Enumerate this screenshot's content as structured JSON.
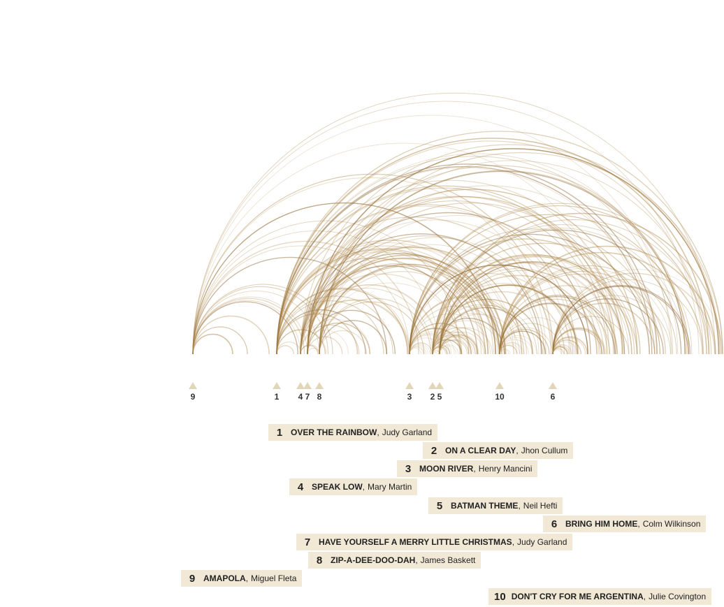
{
  "colors": {
    "arc": "#b08a4e",
    "arc_strong": "#8a6430",
    "marker": "#e3d6b8",
    "label_bg": "#f1e8d6"
  },
  "markers": [
    {
      "num": "9"
    },
    {
      "num": "1"
    },
    {
      "num": "4"
    },
    {
      "num": "7"
    },
    {
      "num": "8"
    },
    {
      "num": "3"
    },
    {
      "num": "2"
    },
    {
      "num": "5"
    },
    {
      "num": "10"
    },
    {
      "num": "6"
    }
  ],
  "songs": [
    {
      "rank": "1",
      "title": "OVER THE RAINBOW",
      "sep": ",",
      "artist": "Judy Garland"
    },
    {
      "rank": "2",
      "title": "ON A CLEAR DAY",
      "sep": ",",
      "artist": "Jhon Cullum"
    },
    {
      "rank": "3",
      "title": "MOON RIVER",
      "sep": ",",
      "artist": "Henry Mancini"
    },
    {
      "rank": "4",
      "title": "SPEAK LOW",
      "sep": ",",
      "artist": "Mary Martin"
    },
    {
      "rank": "5",
      "title": "BATMAN THEME",
      "sep": ",",
      "artist": "Neil Hefti"
    },
    {
      "rank": "6",
      "title": "BRING HIM HOME",
      "sep": ",",
      "artist": "Colm Wilkinson"
    },
    {
      "rank": "7",
      "title": "HAVE YOURSELF A MERRY LITTLE CHRISTMAS",
      "sep": ",",
      "artist": "Judy Garland"
    },
    {
      "rank": "8",
      "title": "ZIP-A-DEE-DOO-DAH",
      "sep": ",",
      "artist": "James Baskett"
    },
    {
      "rank": "9",
      "title": "AMAPOLA",
      "sep": ",",
      "artist": "Miguel Fleta"
    },
    {
      "rank": "10",
      "title": "DON'T CRY FOR ME ARGENTINA",
      "sep": ",",
      "artist": "Julie Covington"
    }
  ]
}
